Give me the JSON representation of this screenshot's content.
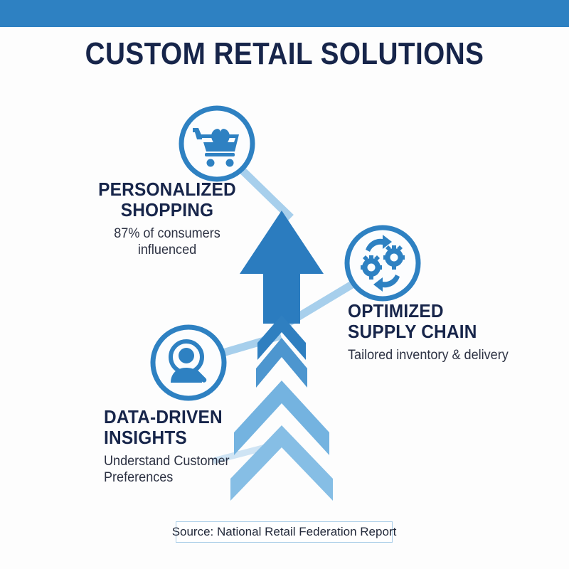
{
  "header": {
    "title": "CUSTOM RETAIL SOLUTIONS",
    "bar_color": "#2E81C2",
    "title_color": "#17254A"
  },
  "theme": {
    "background": "#fdfdfd",
    "accent_blue": "#2E81C2",
    "arrow_blue": "#2B7CBF",
    "arrow_blue_dark": "#1E6FB4",
    "chevron_light": "#74B3E0",
    "chevron_lighter": "#8CC1E6",
    "connector_blue": "#A7CFEC",
    "icon_blue": "#2E81C2",
    "source_border": "#A9CDE8",
    "text_navy": "#17254A",
    "text_body": "#2C3142"
  },
  "nodes": [
    {
      "id": "personalized-shopping",
      "icon": "shopping-cart-heart-icon",
      "title_line1": "PERSONALIZED",
      "title_line2": "SHOPPING",
      "subtitle_line1": "87% of consumers",
      "subtitle_line2": "influenced",
      "align": "center"
    },
    {
      "id": "optimized-supply-chain",
      "icon": "gears-cycle-icon",
      "title_line1": "OPTIMIZED",
      "title_line2": "SUPPLY CHAIN",
      "subtitle_line1": "Tailored inventory & delivery",
      "subtitle_line2": "",
      "align": "left"
    },
    {
      "id": "data-driven-insights",
      "icon": "person-magnifier-icon",
      "title_line1": "DATA-DRIVEN",
      "title_line2": "INSIGHTS",
      "subtitle_line1": "Understand Customer",
      "subtitle_line2": "Preferences",
      "align": "left"
    }
  ],
  "footer": {
    "source_label": "Source: National Retail Federation Report"
  }
}
